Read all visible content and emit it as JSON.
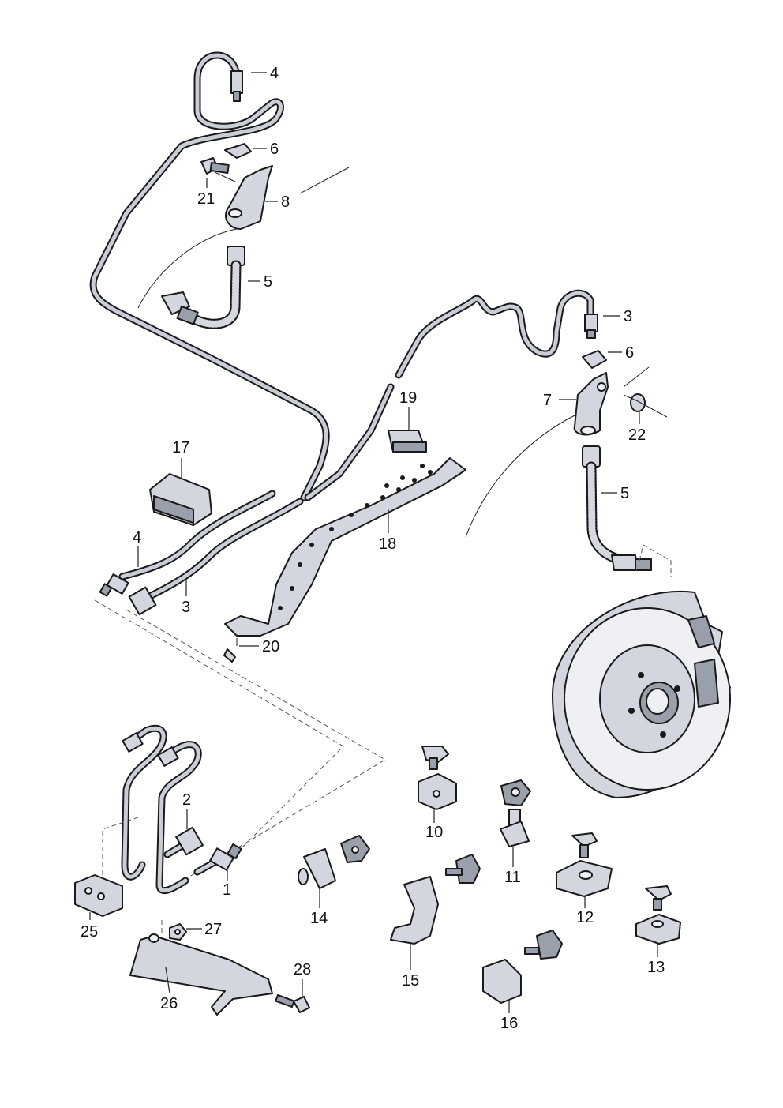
{
  "callouts": [
    {
      "id": "c4a",
      "text": "4"
    },
    {
      "id": "c6a",
      "text": "6"
    },
    {
      "id": "c21",
      "text": "21"
    },
    {
      "id": "c8",
      "text": "8"
    },
    {
      "id": "c5a",
      "text": "5"
    },
    {
      "id": "c3a",
      "text": "3"
    },
    {
      "id": "c6b",
      "text": "6"
    },
    {
      "id": "c7",
      "text": "7"
    },
    {
      "id": "c22",
      "text": "22"
    },
    {
      "id": "c19",
      "text": "19"
    },
    {
      "id": "c17",
      "text": "17"
    },
    {
      "id": "c5b",
      "text": "5"
    },
    {
      "id": "c18",
      "text": "18"
    },
    {
      "id": "c4b",
      "text": "4"
    },
    {
      "id": "c3b",
      "text": "3"
    },
    {
      "id": "c20",
      "text": "20"
    },
    {
      "id": "c2",
      "text": "2"
    },
    {
      "id": "c10",
      "text": "10"
    },
    {
      "id": "c11",
      "text": "11"
    },
    {
      "id": "c1",
      "text": "1"
    },
    {
      "id": "c14",
      "text": "14"
    },
    {
      "id": "c12",
      "text": "12"
    },
    {
      "id": "c25",
      "text": "25"
    },
    {
      "id": "c27",
      "text": "27"
    },
    {
      "id": "c15",
      "text": "15"
    },
    {
      "id": "c13",
      "text": "13"
    },
    {
      "id": "c28",
      "text": "28"
    },
    {
      "id": "c26",
      "text": "26"
    },
    {
      "id": "c16",
      "text": "16"
    }
  ]
}
